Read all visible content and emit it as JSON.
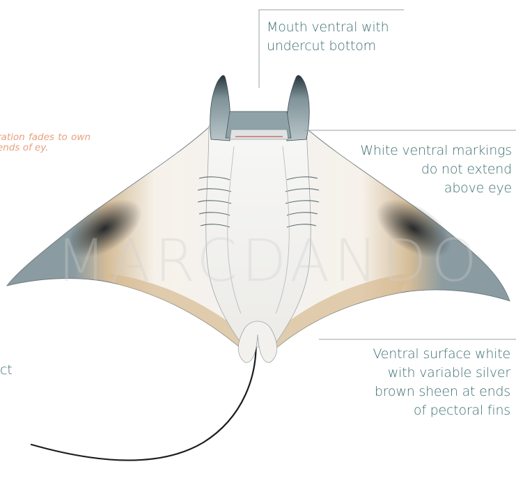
{
  "labels": {
    "mouth": [
      "Mouth ventral with",
      "undercut bottom"
    ],
    "markings": [
      "White ventral markings",
      "do not extend",
      "above eye"
    ],
    "surface": [
      "Ventral surface white",
      "with variable silver",
      "brown sheen at ends",
      "of pectoral fins"
    ],
    "partial_left": "ct",
    "coloration_note": "ration fades to own ends of ey."
  },
  "watermark": "MARCDANDO",
  "colors": {
    "label_text": "#3f6f73",
    "note_text": "#e8a07e",
    "body": "#f2f1ee",
    "fin_dark": "#7c8f95",
    "fin_tip": "#20262a",
    "sheen": "#d6b98f",
    "leader_line": "#9aa0a2"
  }
}
